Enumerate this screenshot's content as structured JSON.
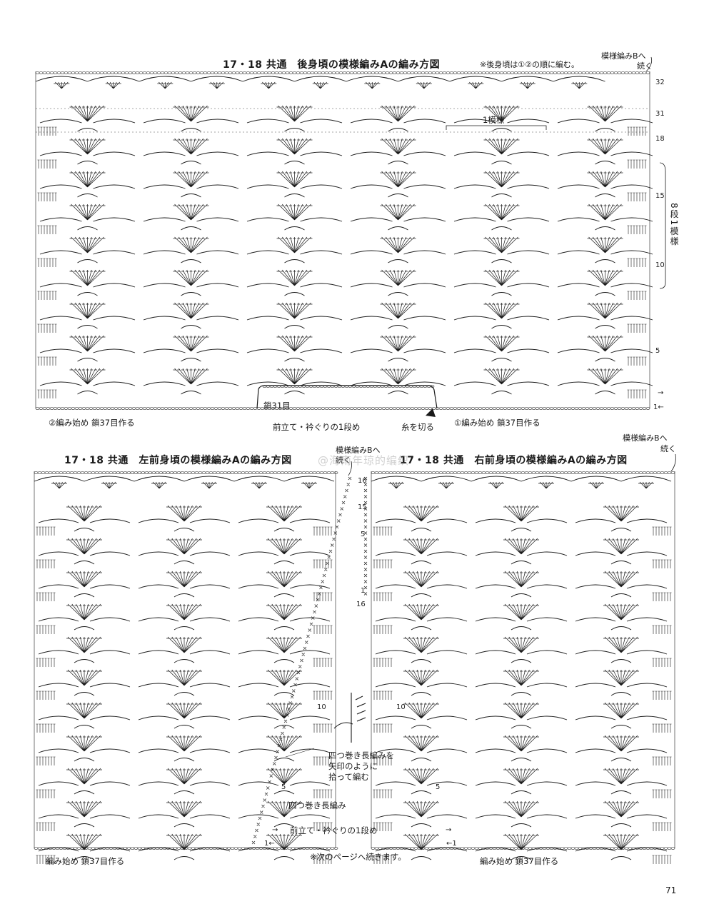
{
  "back": {
    "title": "17・18 共通　後身頃の模様編みAの編み方図",
    "note": "※後身頃は①②の順に編む。",
    "continue_label_1": "模様編みBへ",
    "continue_label_2": "続く",
    "repeat_label": "1模様",
    "row_repeat_label": "8段1模様",
    "row_numbers": [
      "32",
      "31",
      "18",
      "15",
      "10",
      "5",
      "1←"
    ],
    "arrow_right": "→",
    "chain_middle_label": "鎖31目",
    "start_2": "②編み始め 鎖37目作る",
    "front_rise_label": "前立て・衿ぐりの1段め",
    "cut_yarn_label": "糸を切る",
    "start_1": "①編み始め 鎖37目作る"
  },
  "left_front": {
    "title": "17・18 共通　左前身頃の模様編みAの編み方図",
    "continue_label_1": "模様編みBへ",
    "continue_label_2": "続く",
    "row_numbers_outer": [
      "16",
      "15",
      "5",
      "1",
      "16",
      "10",
      "5",
      "1←"
    ],
    "arrow_right": "→",
    "quad_treble_pick_1": "四つ巻き長編みを",
    "quad_treble_pick_2": "矢印のように",
    "quad_treble_pick_3": "拾って編む",
    "quad_treble_label": "四つ巻き長編み",
    "front_rise_label": "前立て・衿ぐりの1段め",
    "start_label": "編み始め 鎖37目作る",
    "next_page_note": "※次のページへ続きます。"
  },
  "right_front": {
    "title": "17・18 共通　右前身頃の模様編みAの編み方図",
    "continue_label_1": "模様編みBへ",
    "continue_label_2": "続く",
    "row_numbers": [
      "10",
      "5",
      "→",
      "←1"
    ],
    "start_label": "編み始め 鎖37目作る"
  },
  "watermark": "@海南年琼的编织",
  "page_number": "71",
  "colors": {
    "ink": "#1a1a1a",
    "paper": "#ffffff"
  }
}
